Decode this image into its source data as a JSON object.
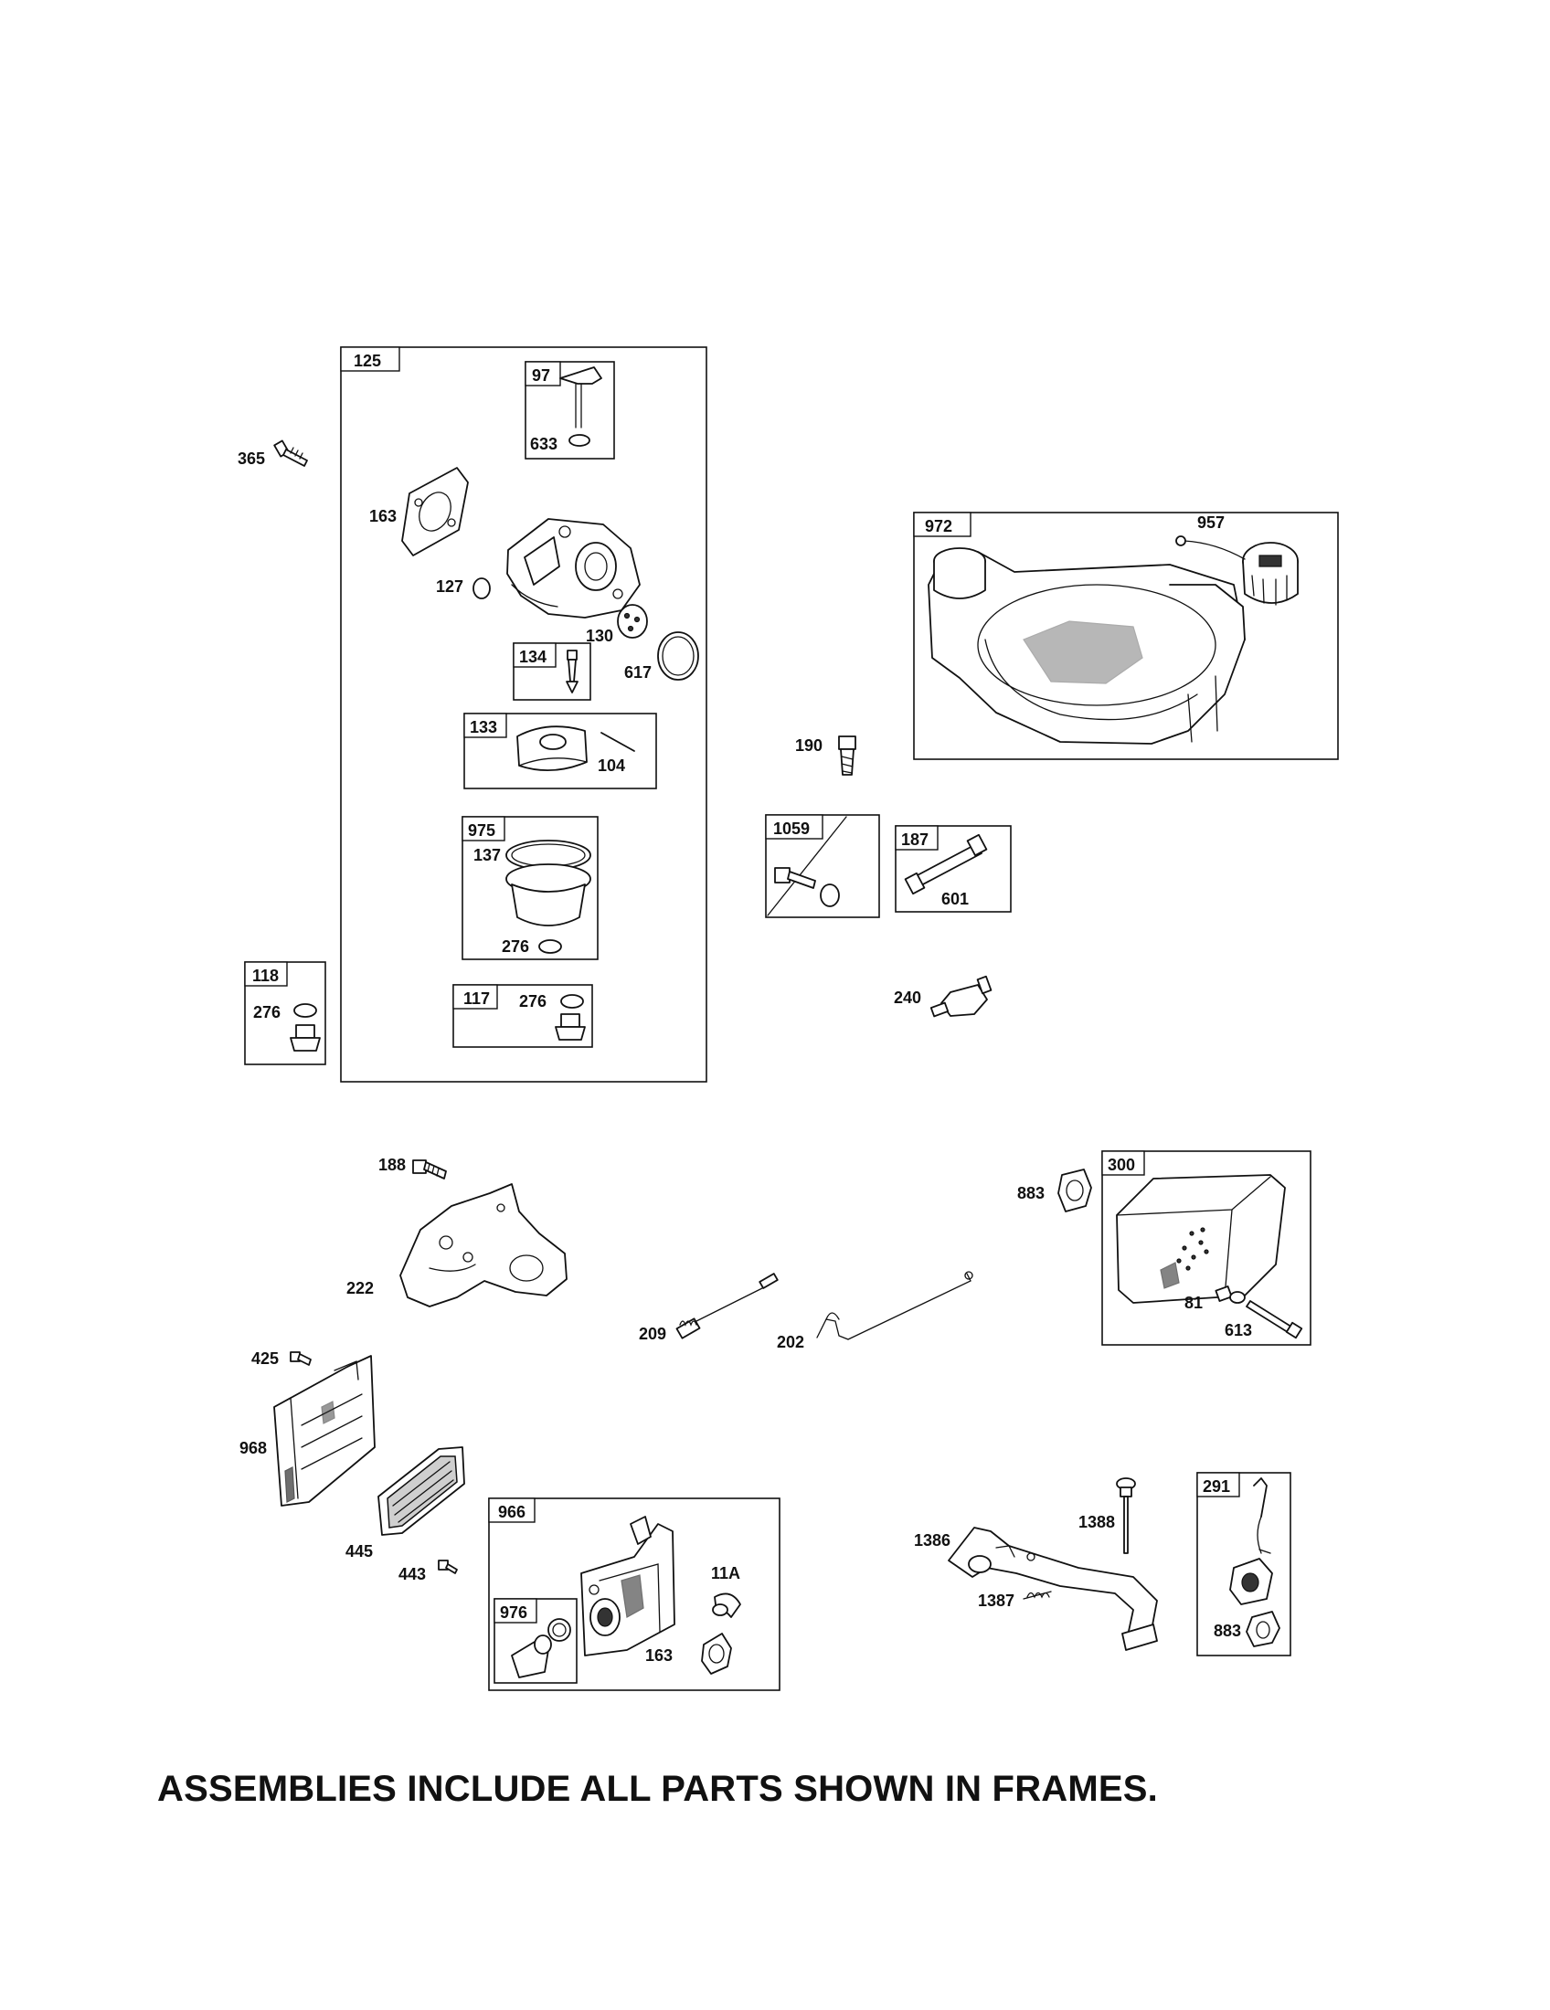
{
  "footer_note": "ASSEMBLIES INCLUDE ALL PARTS SHOWN IN FRAMES.",
  "frame_labels": {
    "f125": "125",
    "f97": "97",
    "f134": "134",
    "f133": "133",
    "f975": "975",
    "f118": "118",
    "f117": "117",
    "f972": "972",
    "f1059": "1059",
    "f187": "187",
    "f300": "300",
    "f966": "966",
    "f976": "976",
    "f291": "291"
  },
  "part_labels": {
    "p365": "365",
    "p163a": "163",
    "p633": "633",
    "p127": "127",
    "p130": "130",
    "p617": "617",
    "p104": "104",
    "p137": "137",
    "p276a": "276",
    "p276b": "276",
    "p276c": "276",
    "p957": "957",
    "p190": "190",
    "p601": "601",
    "p240": "240",
    "p188": "188",
    "p222": "222",
    "p883a": "883",
    "p81": "81",
    "p613": "613",
    "p209": "209",
    "p202": "202",
    "p425": "425",
    "p968": "968",
    "p445": "445",
    "p443": "443",
    "p11a": "11A",
    "p163b": "163",
    "p1388": "1388",
    "p1386": "1386",
    "p1387": "1387",
    "p883b": "883"
  }
}
